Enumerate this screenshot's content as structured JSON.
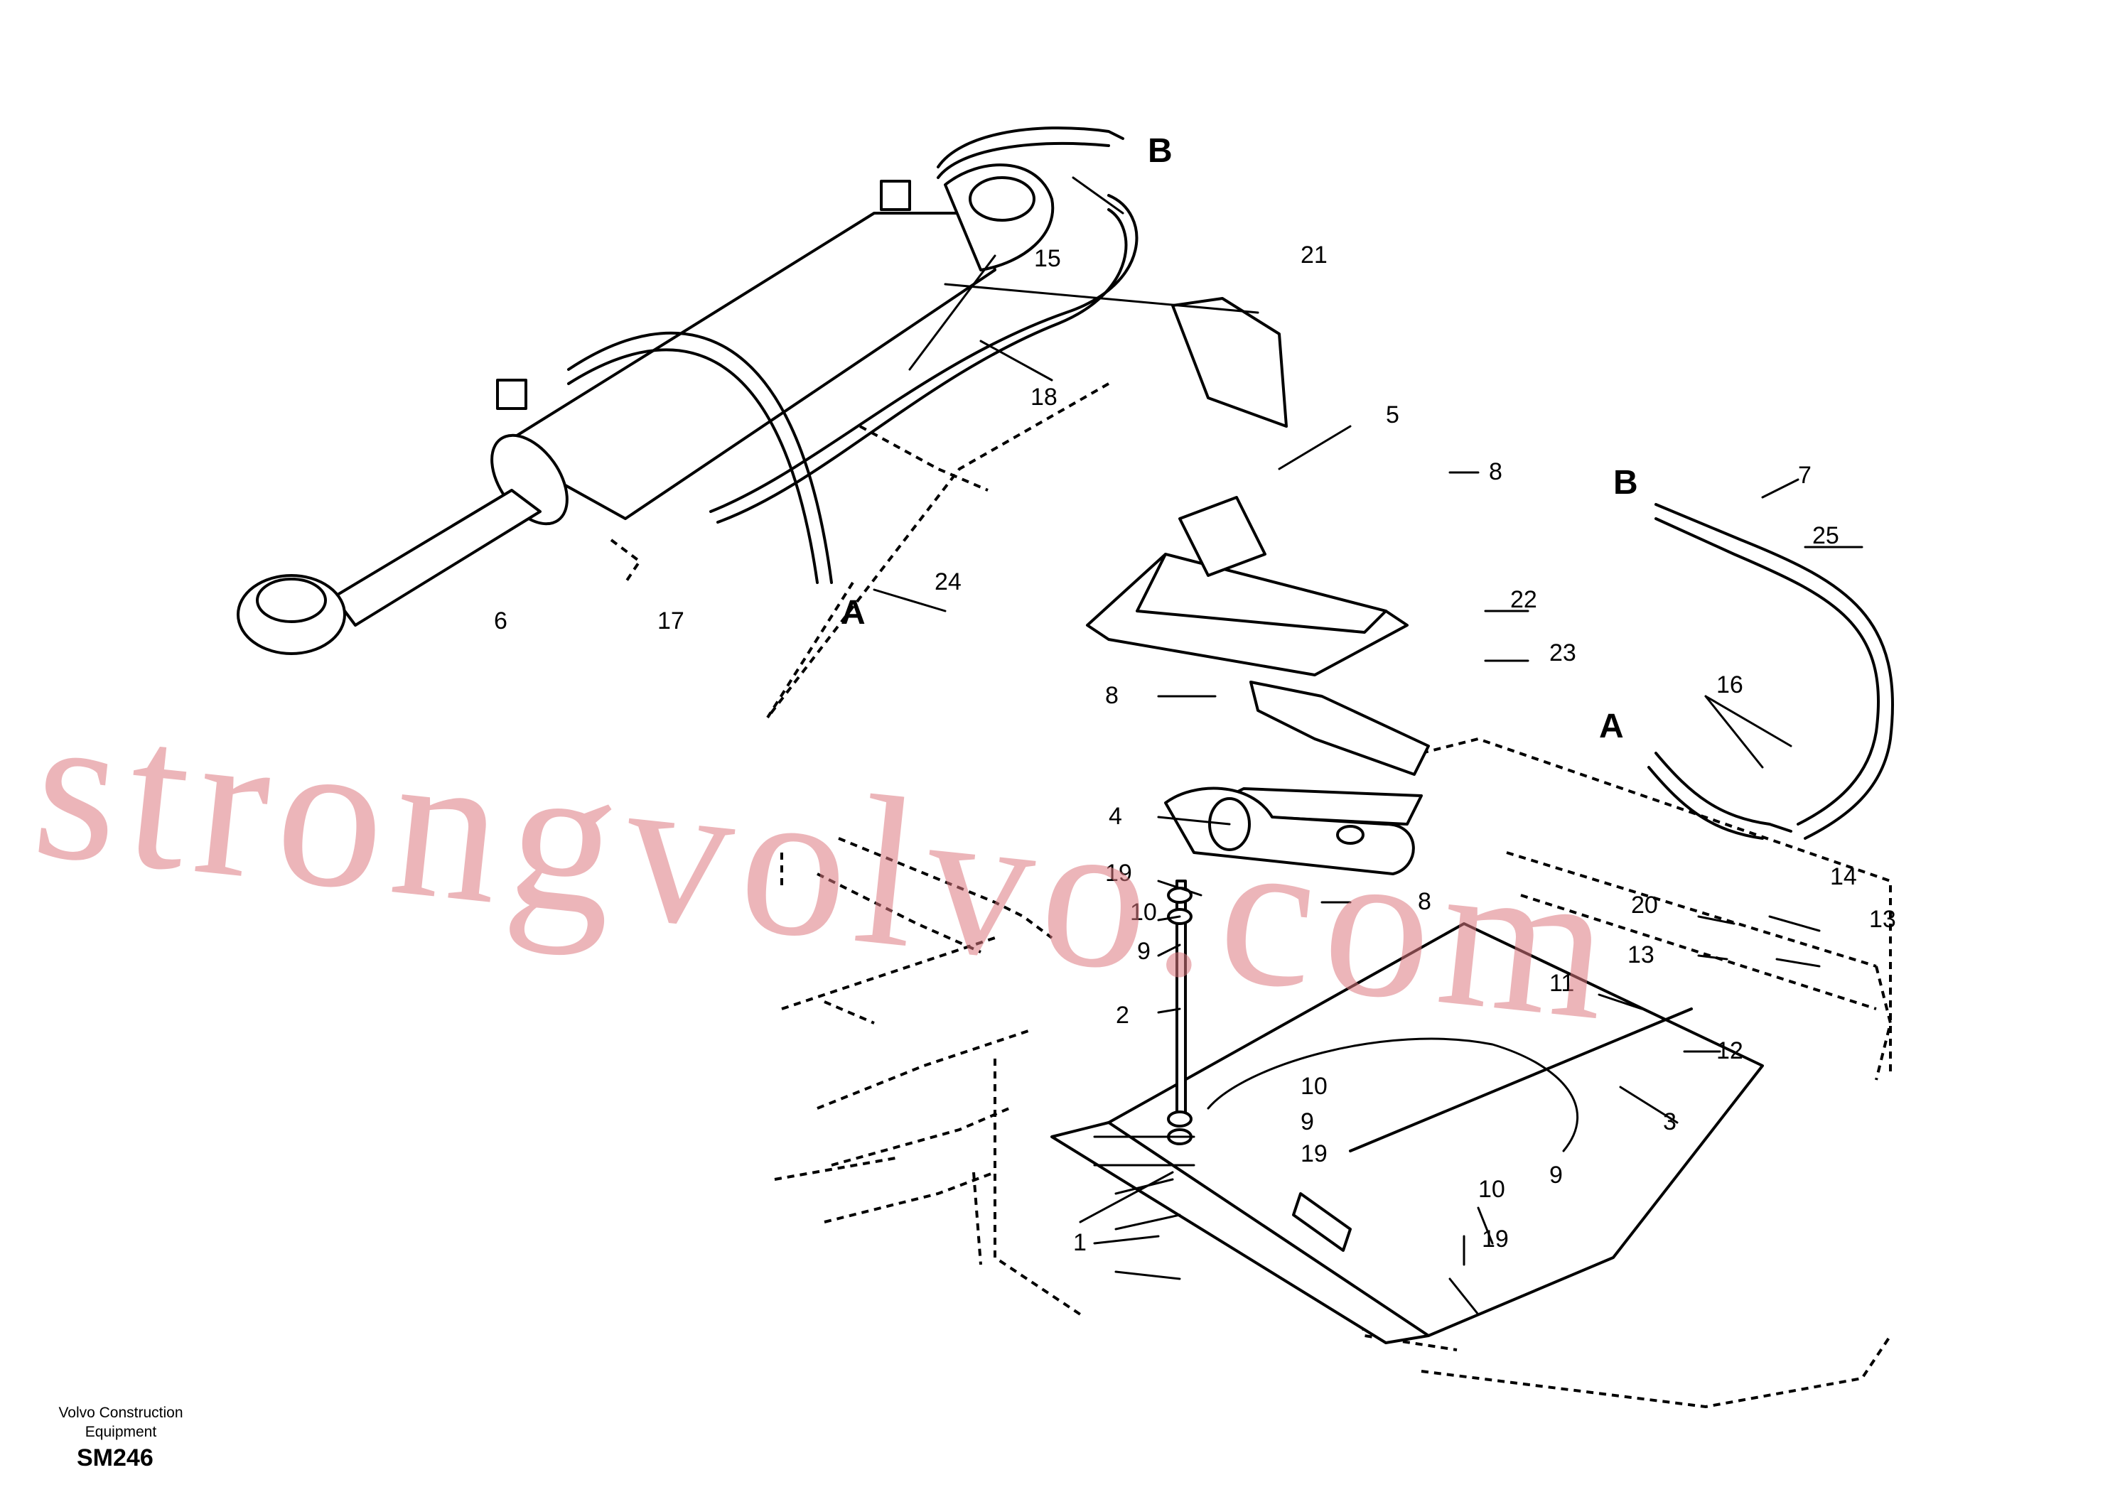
{
  "callouts": {
    "c1": "1",
    "c2": "2",
    "c3": "3",
    "c4": "4",
    "c5": "5",
    "c6": "6",
    "c7": "7",
    "c8a": "8",
    "c8b": "8",
    "c8c": "8",
    "c9a": "9",
    "c9b": "9",
    "c9c": "9",
    "c10a": "10",
    "c10b": "10",
    "c10c": "10",
    "c11": "11",
    "c12": "12",
    "c13a": "13",
    "c13b": "13",
    "c14": "14",
    "c15": "15",
    "c16": "16",
    "c17": "17",
    "c18": "18",
    "c19a": "19",
    "c19b": "19",
    "c19c": "19",
    "c20": "20",
    "c21": "21",
    "c22": "22",
    "c23": "23",
    "c24": "24",
    "c25": "25"
  },
  "connection_letters": {
    "b_top": "B",
    "a_left": "A",
    "b_right": "B",
    "a_right": "A"
  },
  "watermark": "strongvolvo.com",
  "footer": {
    "credit_line1": "Volvo Construction",
    "credit_line2": "Equipment",
    "drawing_code": "SM246"
  },
  "colors": {
    "line": "#000000",
    "background": "#ffffff",
    "watermark": "#dc7880"
  }
}
